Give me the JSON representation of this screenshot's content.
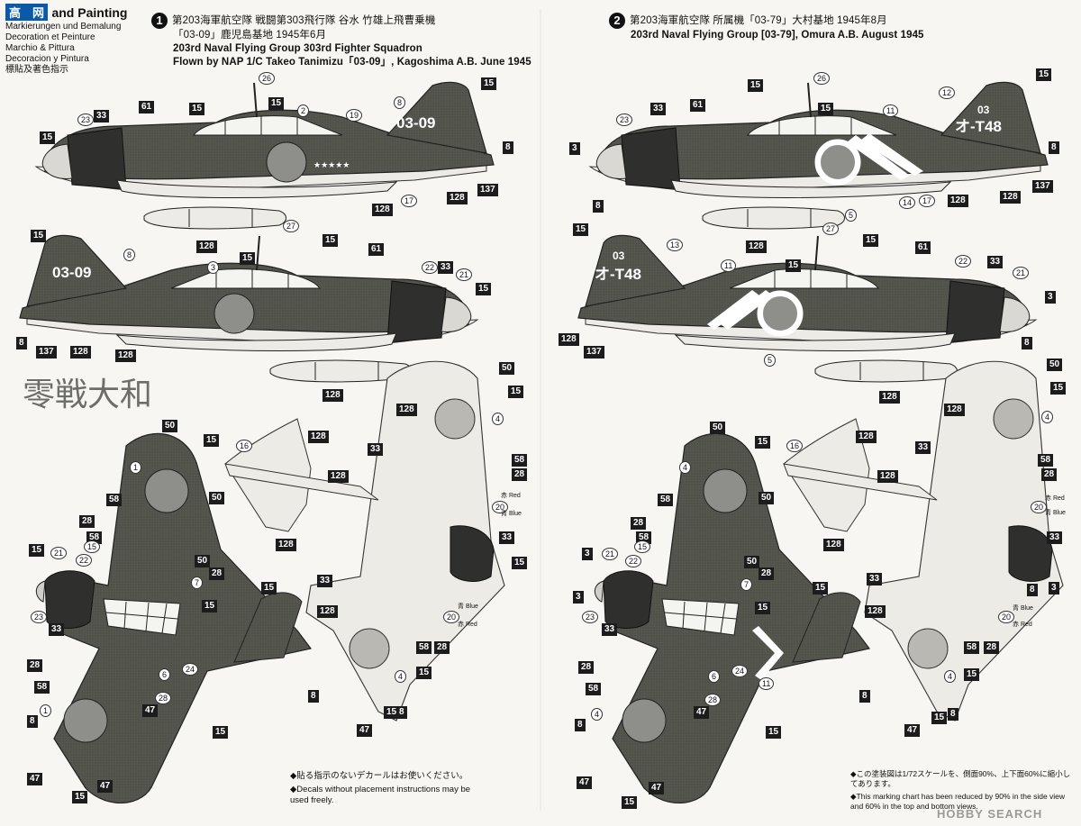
{
  "header": {
    "logo_text": "高　网",
    "title": "and Painting",
    "languages": [
      "Markierungen und Bemalung",
      "Decoration et Peinture",
      "Marchio & Pittura",
      "Decoracion y Pintura",
      "標貼及著色指示"
    ]
  },
  "scheme1": {
    "number": "1",
    "jp_line": "第203海軍航空隊 戦闘第303飛行隊 谷水 竹雄上飛曹乗機",
    "en_line1": "203rd Naval Flying Group 303rd Fighter Squadron",
    "en_line2": "Flown by NAP 1/C Takeo Tanimizu「03-09」, Kagoshima A.B. June 1945",
    "jp_line2": "「03-09」鹿児島基地 1945年6月",
    "tail_code": "03-09"
  },
  "scheme2": {
    "number": "2",
    "jp_line": "第203海軍航空隊 所属機「03-79」大村基地 1945年8月",
    "en_line": "203rd Naval Flying Group [03-79], Omura A.B. August 1945",
    "tail_code_top": "03",
    "tail_code_main": "オ-T48"
  },
  "legend": {
    "red_jp": "赤 Red",
    "blue_jp": "青 Blue"
  },
  "logo_kanji": "零戦大和",
  "notes_left": [
    "◆貼る指示のないデカールはお使いください。",
    "◆Decals without placement instructions may be used freely."
  ],
  "notes_right": [
    "◆この塗装図は1/72スケールを、側面90%、上下面60%に縮小してあります。",
    "◆This marking chart has been reduced by 90% in the side view and 60% in the top and bottom views."
  ],
  "watermark": "HOBBY SEARCH",
  "colors": {
    "dark_green": "#4d4f4b",
    "light_gray": "#e9e7e1",
    "hinomaru": "#8e8e8a",
    "ink": "#1c1c1c"
  },
  "callouts": {
    "c15": "15",
    "c26": "26",
    "c2": "2",
    "c19": "19",
    "c8": "8",
    "c23": "23",
    "c33": "33",
    "c61": "61",
    "c137": "137",
    "c17": "17",
    "c128": "128",
    "c27": "27",
    "c3": "3",
    "c22": "22",
    "c21": "21",
    "c50": "50",
    "c4": "4",
    "c1": "1",
    "c58": "58",
    "c28": "28",
    "c16": "16",
    "c20": "20",
    "c7": "7",
    "c47": "47",
    "c6": "6",
    "c24": "24",
    "c12": "12",
    "c11": "11",
    "c14": "14",
    "c5": "5",
    "c13": "13"
  }
}
